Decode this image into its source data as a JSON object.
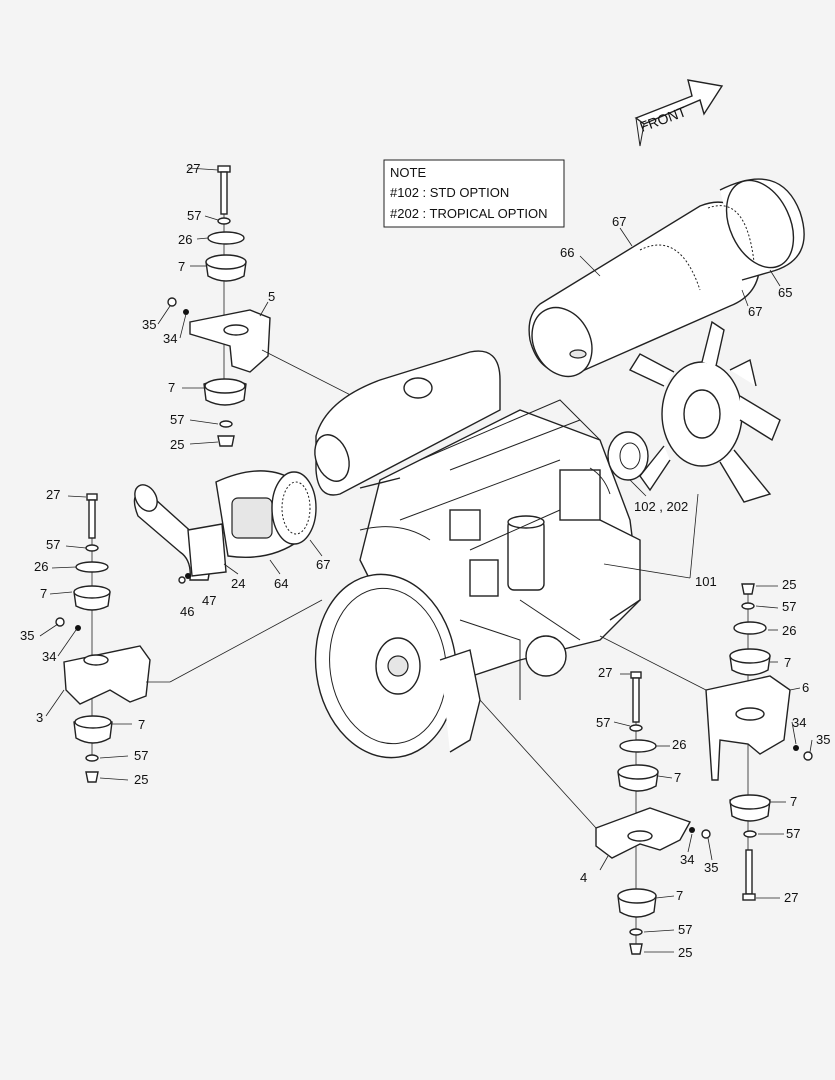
{
  "note": {
    "title": "NOTE",
    "lines": [
      "#102 : STD OPTION",
      "#202 : TROPICAL OPTION"
    ]
  },
  "front_label": "FRONT",
  "callouts": {
    "c27a": "27",
    "c57a": "57",
    "c26a": "26",
    "c7a": "7",
    "c5": "5",
    "c35a": "35",
    "c34a": "34",
    "c7b": "7",
    "c57b": "57",
    "c25a": "25",
    "c67a": "67",
    "c66": "66",
    "c65": "65",
    "c67b": "67",
    "c27b": "27",
    "c57c": "57",
    "c26b": "26",
    "c7c": "7",
    "c35b": "35",
    "c34b": "34",
    "c3": "3",
    "c7d": "7",
    "c57d": "57",
    "c25b": "25",
    "c24": "24",
    "c64": "64",
    "c67c": "67",
    "c46": "46",
    "c47": "47",
    "c102": "102 , 202",
    "c101": "101",
    "c25c": "25",
    "c57e": "57",
    "c26c": "26",
    "c7e": "7",
    "c6": "6",
    "c34c": "34",
    "c35c": "35",
    "c7f": "7",
    "c57f": "57",
    "c27c": "27",
    "c27d": "27",
    "c57g": "57",
    "c26d": "26",
    "c7g": "7",
    "c4": "4",
    "c34d": "34",
    "c35d": "35",
    "c7h": "7",
    "c57h": "57",
    "c25d": "25"
  }
}
